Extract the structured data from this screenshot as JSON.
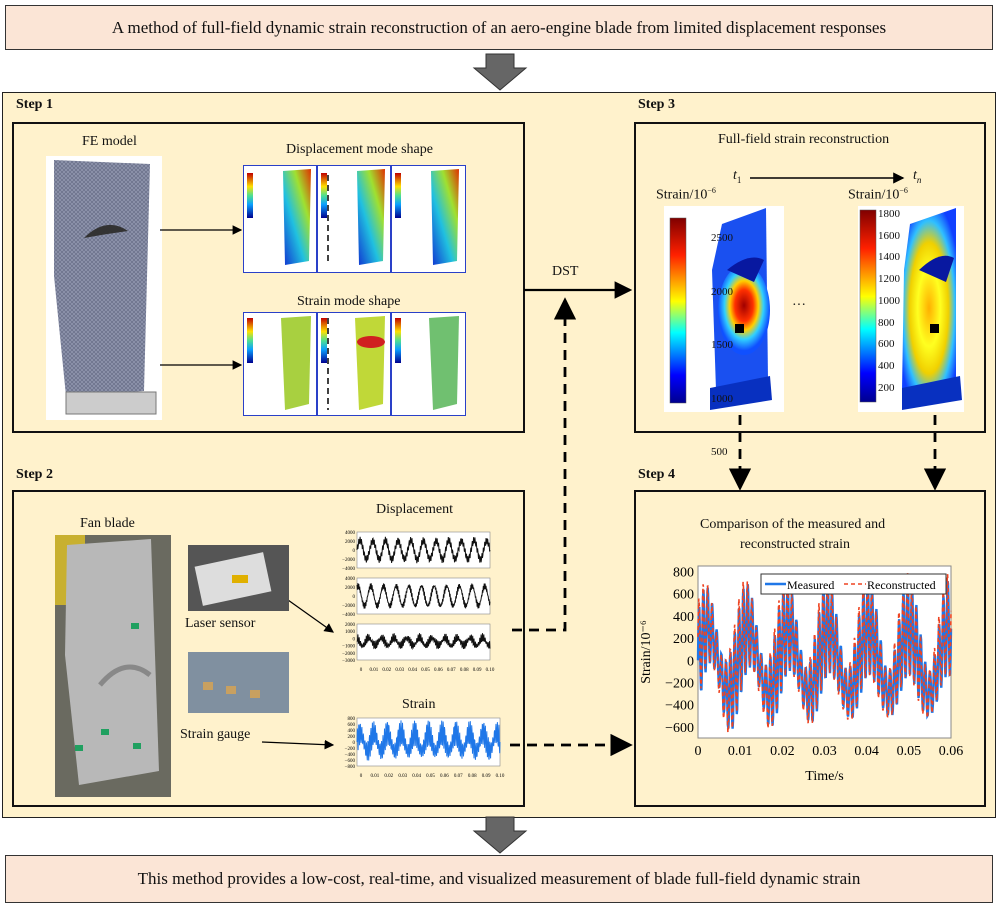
{
  "header": {
    "title": "A method of full-field dynamic strain reconstruction of an aero-engine blade from limited displacement responses"
  },
  "footer": {
    "text": "This method provides a low-cost, real-time, and visualized measurement of blade full-field dynamic strain"
  },
  "step1": {
    "label": "Step 1",
    "fe_model": "FE model",
    "disp_mode": "Displacement mode shape",
    "strain_mode": "Strain mode shape"
  },
  "dst": "DST",
  "step2": {
    "label": "Step 2",
    "fan_blade": "Fan blade",
    "laser": "Laser sensor",
    "gauge": "Strain gauge",
    "disp_title": "Displacement",
    "strain_title": "Strain"
  },
  "step3": {
    "label": "Step 3",
    "title": "Full-field strain reconstruction",
    "t1": "t",
    "t1_sub": "1",
    "tn": "t",
    "tn_sub": "n",
    "colorbar_label": "Strain/10",
    "exp": "−6",
    "ellipsis": "···",
    "cb1_ticks": [
      "2500",
      "2000",
      "1500",
      "1000",
      "500"
    ],
    "cb2_ticks": [
      "1800",
      "1600",
      "1400",
      "1200",
      "1000",
      "800",
      "600",
      "400",
      "200"
    ]
  },
  "step4": {
    "label": "Step 4",
    "title_line1": "Comparison of the measured and",
    "title_line2": "reconstructed strain"
  },
  "colors": {
    "measured": "#1f77e8",
    "reconstructed": "#ee4422",
    "banner": "#fbe5d6",
    "panel": "#fff2cc"
  },
  "chart_data": [
    {
      "type": "line",
      "title": "Comparison of the measured and reconstructed strain",
      "xlabel": "Time/s",
      "ylabel": "Strain/10^-6",
      "xlim": [
        0,
        0.06
      ],
      "ylim": [
        -700,
        850
      ],
      "xticks": [
        "0",
        "0.01",
        "0.02",
        "0.03",
        "0.04",
        "0.05",
        "0.06"
      ],
      "yticks": [
        "800",
        "600",
        "400",
        "200",
        "0",
        "−200",
        "−400",
        "−600"
      ],
      "legend": {
        "position": "top-right",
        "entries": [
          "Measured",
          "Reconstructed"
        ]
      },
      "signal_model": {
        "components": [
          {
            "freq_hz": 105,
            "amp": 300
          },
          {
            "freq_hz": 950,
            "amp": 320
          },
          {
            "freq_hz": 1050,
            "amp": 120
          }
        ]
      }
    },
    {
      "type": "line",
      "title": "Displacement",
      "xticks": [
        "0",
        "0.01",
        "0.02",
        "0.03",
        "0.04",
        "0.05",
        "0.06",
        "0.07",
        "0.08",
        "0.09",
        "0.10"
      ],
      "panels": [
        {
          "yticks": [
            "4000",
            "2000",
            "0",
            "−2000",
            "−4000"
          ]
        },
        {
          "yticks": [
            "4000",
            "2000",
            "0",
            "−2000",
            "−4000"
          ]
        },
        {
          "yticks": [
            "2000",
            "1000",
            "0",
            "−1000",
            "−2000",
            "−3000"
          ]
        }
      ]
    },
    {
      "type": "line",
      "title": "Strain",
      "xticks": [
        "0",
        "0.01",
        "0.02",
        "0.03",
        "0.04",
        "0.05",
        "0.06",
        "0.07",
        "0.08",
        "0.09",
        "0.10"
      ],
      "yticks": [
        "800",
        "600",
        "400",
        "200",
        "0",
        "−200",
        "−400",
        "−600",
        "−800"
      ]
    }
  ]
}
